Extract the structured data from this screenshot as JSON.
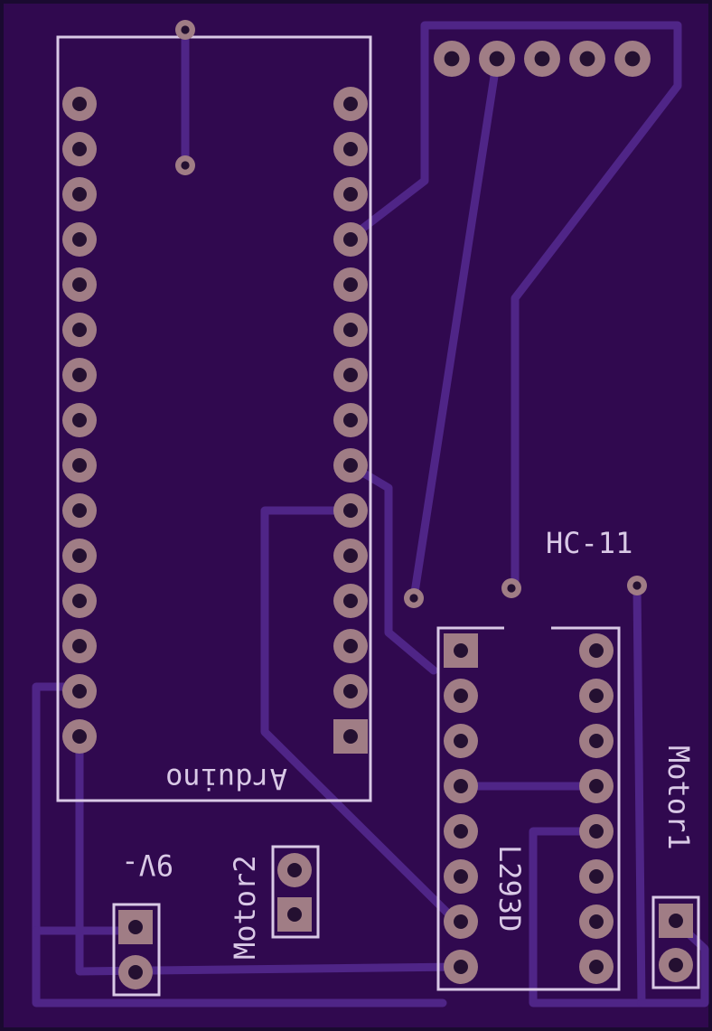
{
  "labels": {
    "arduino": "Arduino",
    "hc11": "HC-11",
    "l293d": "L293D",
    "motor1": "Motor1",
    "motor2": "Motor2",
    "battery": "9V-"
  },
  "colors": {
    "board": "#30094f",
    "trace": "#4f2587",
    "silkscreen": "#d9c9e6",
    "pad": "#a07d85",
    "drill": "#241031"
  }
}
